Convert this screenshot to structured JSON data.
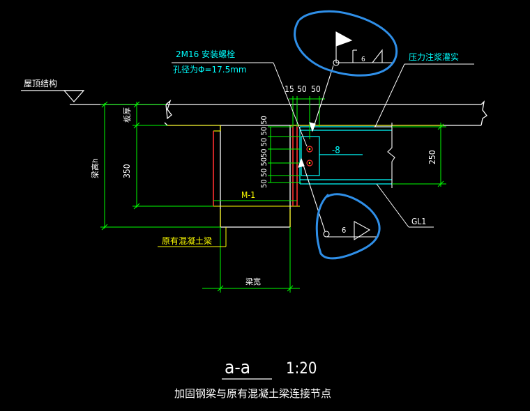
{
  "labels": {
    "bolt_line1": "2M16 安装螺栓",
    "bolt_line2": "孔径为Φ=17.5mm",
    "pressure_grout": "压力注浆灌实",
    "roof_structure": "屋顶结构",
    "slab_thickness": "板厚",
    "beam_height": "梁高h",
    "dim_350": "350",
    "dim_15": "15",
    "dim_50a": "50",
    "dim_50b": "50",
    "dim_stack_top": "50 50 50 50",
    "dim_stack_bottom": "50 50 50",
    "plate_thk": "-8",
    "dim_250": "250",
    "m1": "M-1",
    "gl1": "GL1",
    "existing_beam": "原有混凝土梁",
    "beam_width": "梁宽",
    "weld_top": "6",
    "weld_bottom": "6",
    "section_mark": "a-a",
    "scale": "1:20",
    "caption": "加固钢梁与原有混凝土梁连接节点"
  },
  "colors": {
    "background": "#000000",
    "white": "#ffffff",
    "green": "#00ff00",
    "cyan": "#00ffff",
    "yellow": "#ffff00",
    "red": "#ff3030",
    "blue_markup": "#2f8fe8"
  }
}
